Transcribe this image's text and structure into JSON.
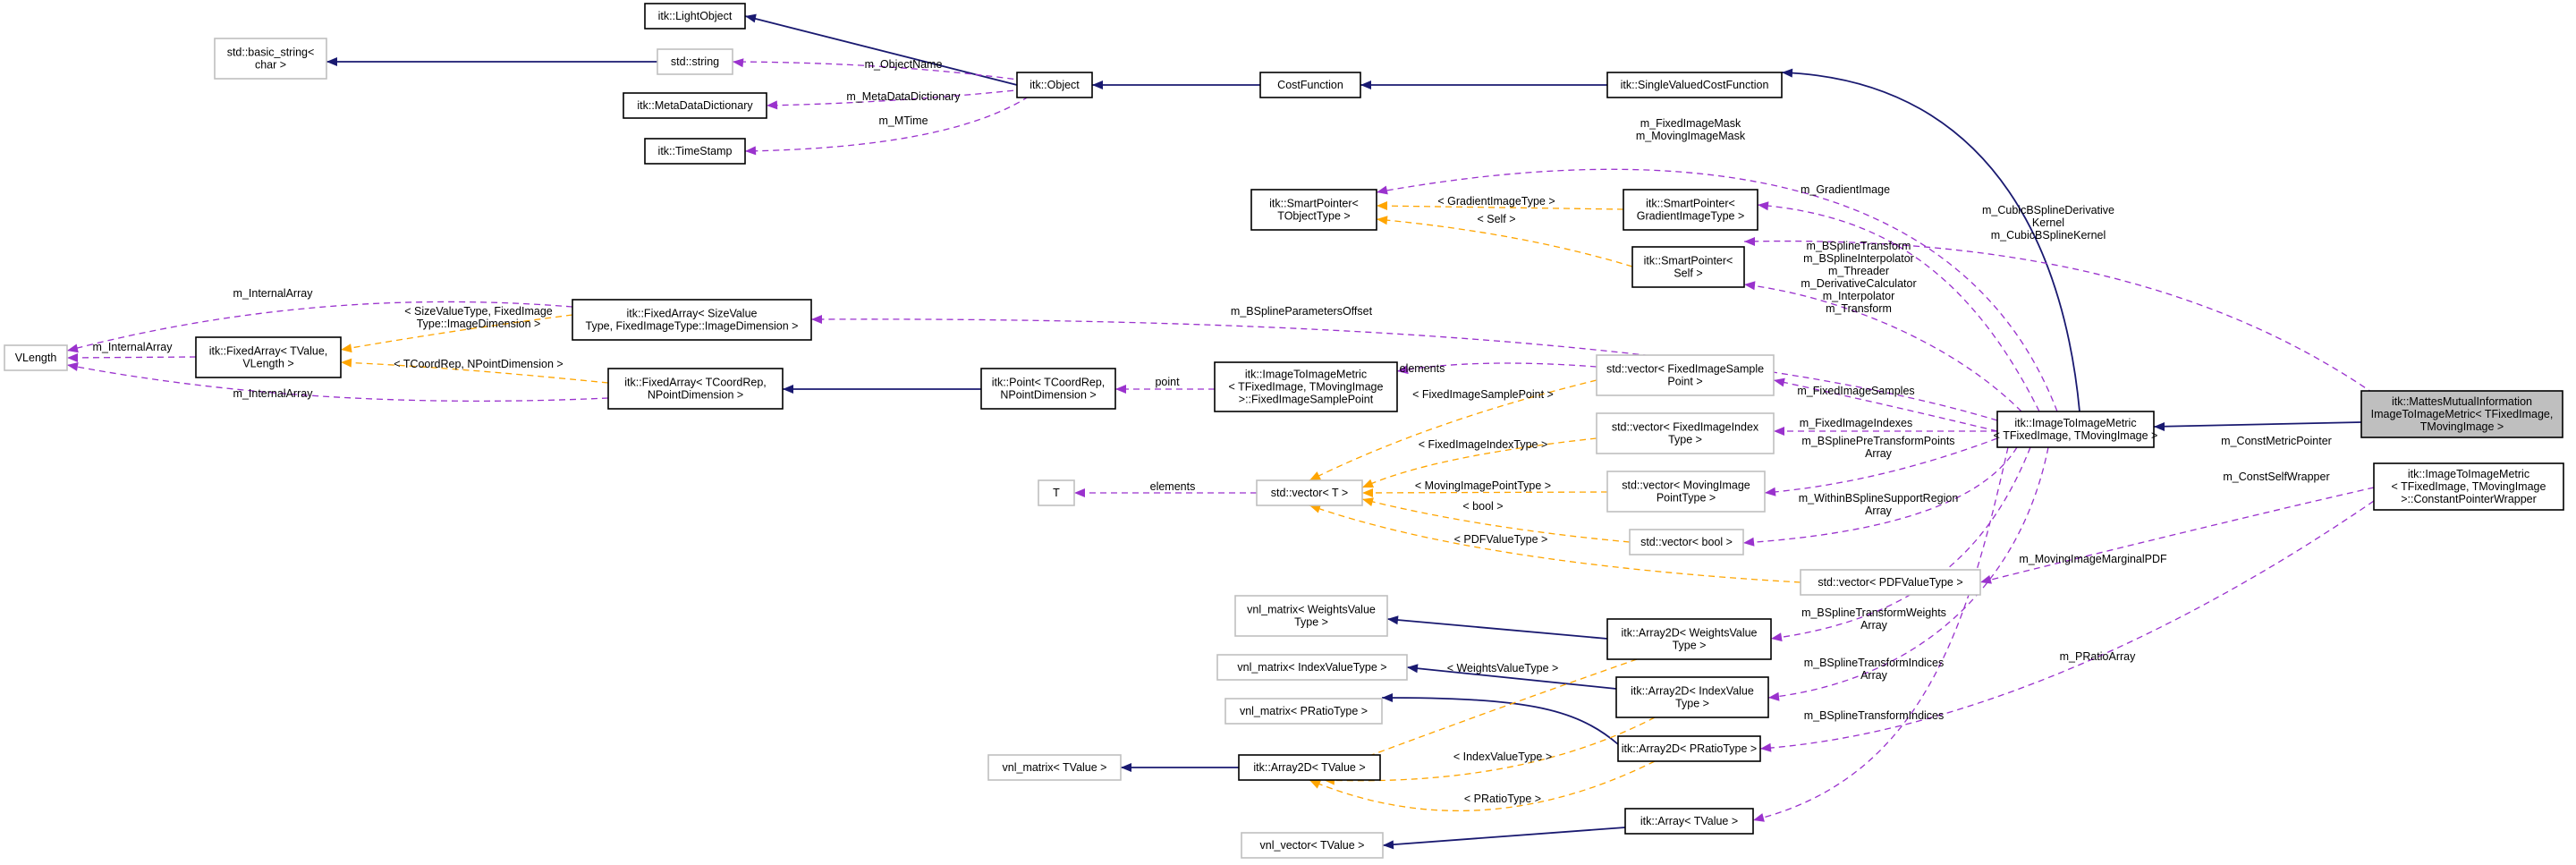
{
  "nodes": {
    "matte": [
      "itk::MattesMutualInformation",
      "ImageToImageMetric< TFixedImage,",
      "TMovingImage >"
    ],
    "i2im": [
      "itk::ImageToImageMetric",
      "< TFixedImage, TMovingImage >"
    ],
    "cpw": [
      "itk::ImageToImageMetric",
      "< TFixedImage, TMovingImage",
      ">::ConstantPointerWrapper"
    ],
    "svcf": [
      "itk::SingleValuedCostFunction"
    ],
    "cost": [
      "CostFunction"
    ],
    "obj": [
      "itk::Object"
    ],
    "light": [
      "itk::LightObject"
    ],
    "stdstr": [
      "std::string"
    ],
    "bstr": [
      "std::basic_string<",
      "char >"
    ],
    "mdd": [
      "itk::MetaDataDictionary"
    ],
    "ts": [
      "itk::TimeStamp"
    ],
    "sp": [
      "itk::SmartPointer<",
      "TObjectType >"
    ],
    "spgi": [
      "itk::SmartPointer<",
      "GradientImageType >"
    ],
    "spself": [
      "itk::SmartPointer<",
      "Self >"
    ],
    "vlen": [
      "VLength"
    ],
    "fa_tv": [
      "itk::FixedArray< TValue,",
      "VLength >"
    ],
    "fa_sv": [
      "itk::FixedArray< SizeValue",
      "Type, FixedImageType::ImageDimension >"
    ],
    "fa_tc": [
      "itk::FixedArray< TCoordRep,",
      "NPointDimension >"
    ],
    "pt": [
      "itk::Point< TCoordRep,",
      "NPointDimension >"
    ],
    "fisp": [
      "itk::ImageToImageMetric",
      "< TFixedImage, TMovingImage",
      ">::FixedImageSamplePoint"
    ],
    "vfs": [
      "std::vector< FixedImageSample",
      "Point >"
    ],
    "T": [
      "T"
    ],
    "vT": [
      "std::vector< T >"
    ],
    "vfi": [
      "std::vector< FixedImageIndex",
      "Type >"
    ],
    "vmi": [
      "std::vector< MovingImage",
      "PointType >"
    ],
    "vb": [
      "std::vector< bool >"
    ],
    "vpdf": [
      "std::vector< PDFValueType >"
    ],
    "vmw": [
      "vnl_matrix< WeightsValue",
      "Type >"
    ],
    "vmi2": [
      "vnl_matrix< IndexValueType >"
    ],
    "vmp": [
      "vnl_matrix< PRatioType >"
    ],
    "vmt": [
      "vnl_matrix< TValue >"
    ],
    "a2w": [
      "itk::Array2D< WeightsValue",
      "Type >"
    ],
    "a2i": [
      "itk::Array2D< IndexValue",
      "Type >"
    ],
    "a2p": [
      "itk::Array2D< PRatioType >"
    ],
    "a2t": [
      "itk::Array2D< TValue >"
    ],
    "arr": [
      "itk::Array< TValue >"
    ],
    "vv": [
      "vnl_vector< TValue >"
    ]
  },
  "labels": {
    "l_objname": [
      "m_ObjectName"
    ],
    "l_mdd": [
      "m_MetaDataDictionary"
    ],
    "l_mtime": [
      "m_MTime"
    ],
    "l_masks": [
      "m_FixedImageMask",
      "m_MovingImageMask"
    ],
    "l_gi_t": [
      "< GradientImageType >"
    ],
    "l_self_t": [
      "< Self >"
    ],
    "l_gradimg": [
      "m_GradientImage"
    ],
    "l_cubic": [
      "m_CubicBSplineDerivative",
      "Kernel",
      "m_CubicBSplineKernel"
    ],
    "l_self_members": [
      "m_BSplineTransform",
      "m_BSplineInterpolator",
      "m_Threader",
      "m_DerivativeCalculator",
      "m_Interpolator",
      "m_Transform"
    ],
    "l_intarr1": [
      "m_InternalArray"
    ],
    "l_intarr2": [
      "m_InternalArray"
    ],
    "l_intarr3": [
      "m_InternalArray"
    ],
    "l_sv_t": [
      "< SizeValueType, FixedImage",
      "Type::ImageDimension >"
    ],
    "l_tc_t": [
      "< TCoordRep, NPointDimension >"
    ],
    "l_bspo": [
      "m_BSplineParametersOffset"
    ],
    "l_point": [
      "point"
    ],
    "l_elem1": [
      "elements"
    ],
    "l_elem2": [
      "elements"
    ],
    "l_fisp_t": [
      "< FixedImageSamplePoint >"
    ],
    "l_fis": [
      "m_FixedImageSamples"
    ],
    "l_fii": [
      "m_FixedImageIndexes"
    ],
    "l_fii_t": [
      "< FixedImageIndexType >"
    ],
    "l_bsp_pta": [
      "m_BSplinePreTransformPoints",
      "Array"
    ],
    "l_mip_t": [
      "< MovingImagePointType >"
    ],
    "l_bool_t": [
      "< bool >"
    ],
    "l_within": [
      "m_WithinBSplineSupportRegion",
      "Array"
    ],
    "l_pdf_t": [
      "< PDFValueType >"
    ],
    "l_mimpdf": [
      "m_MovingImageMarginalPDF"
    ],
    "l_cmp": [
      "m_ConstMetricPointer"
    ],
    "l_csw": [
      "m_ConstSelfWrapper"
    ],
    "l_bstw": [
      "m_BSplineTransformWeights",
      "Array"
    ],
    "l_wv_t": [
      "< WeightsValueType >"
    ],
    "l_bsti_a": [
      "m_BSplineTransformIndices",
      "Array"
    ],
    "l_pratio_arr": [
      "m_PRatioArray"
    ],
    "l_iv_t": [
      "< IndexValueType >"
    ],
    "l_bsti": [
      "m_BSplineTransformIndices"
    ],
    "l_pr_t": [
      "< PRatioType >"
    ]
  },
  "colors": {
    "inheritance": "#191970",
    "usage": "#9a32cd",
    "template": "#ffa500",
    "selected_fill": "#bfbfbf",
    "undocumented_border": "#bfbfbf"
  }
}
